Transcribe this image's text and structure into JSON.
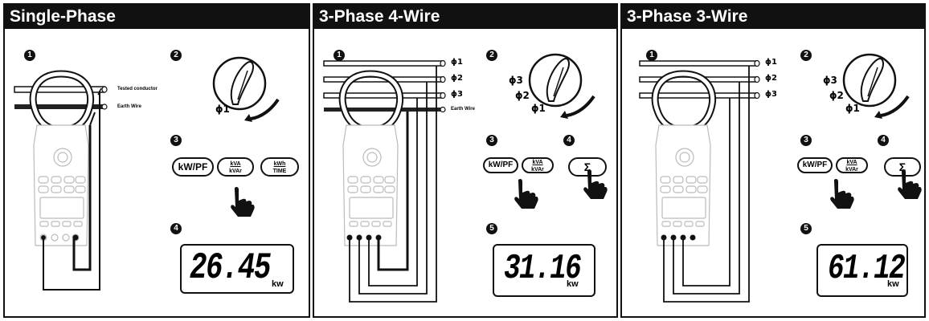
{
  "panels": [
    {
      "title": "Single-Phase",
      "steps": [
        "1",
        "2",
        "3",
        "4"
      ],
      "conductor_labels": [
        "Tested conductor",
        "Earth Wire"
      ],
      "dial_phases": [
        "ϕ1"
      ],
      "buttons": {
        "kwpf": "kW/PF",
        "kva_top": "kVA",
        "kva_bottom": "kVAr",
        "kwh_top": "kWh",
        "kwh_bottom": "TIME"
      },
      "display": {
        "value": "26.45",
        "unit": "kw"
      }
    },
    {
      "title": "3-Phase 4-Wire",
      "steps": [
        "1",
        "2",
        "3",
        "4",
        "5"
      ],
      "line_labels": [
        "ϕ1",
        "ϕ2",
        "ϕ3"
      ],
      "earth_label": "Earth Wire",
      "dial_phases": [
        "ϕ3",
        "ϕ2",
        "ϕ1"
      ],
      "buttons": {
        "kwpf": "kW/PF",
        "kva_top": "kVA",
        "kva_bottom": "kVAr",
        "sigma": "Σ"
      },
      "display": {
        "value": "31.16",
        "unit": "kw"
      }
    },
    {
      "title": "3-Phase 3-Wire",
      "steps": [
        "1",
        "2",
        "3",
        "4",
        "5"
      ],
      "line_labels": [
        "ϕ1",
        "ϕ2",
        "ϕ3"
      ],
      "dial_phases": [
        "ϕ3",
        "ϕ2",
        "ϕ1"
      ],
      "buttons": {
        "kwpf": "kW/PF",
        "kva_top": "kVA",
        "kva_bottom": "kVAr",
        "sigma": "Σ"
      },
      "display": {
        "value": "61.12",
        "unit": "kw"
      }
    }
  ]
}
